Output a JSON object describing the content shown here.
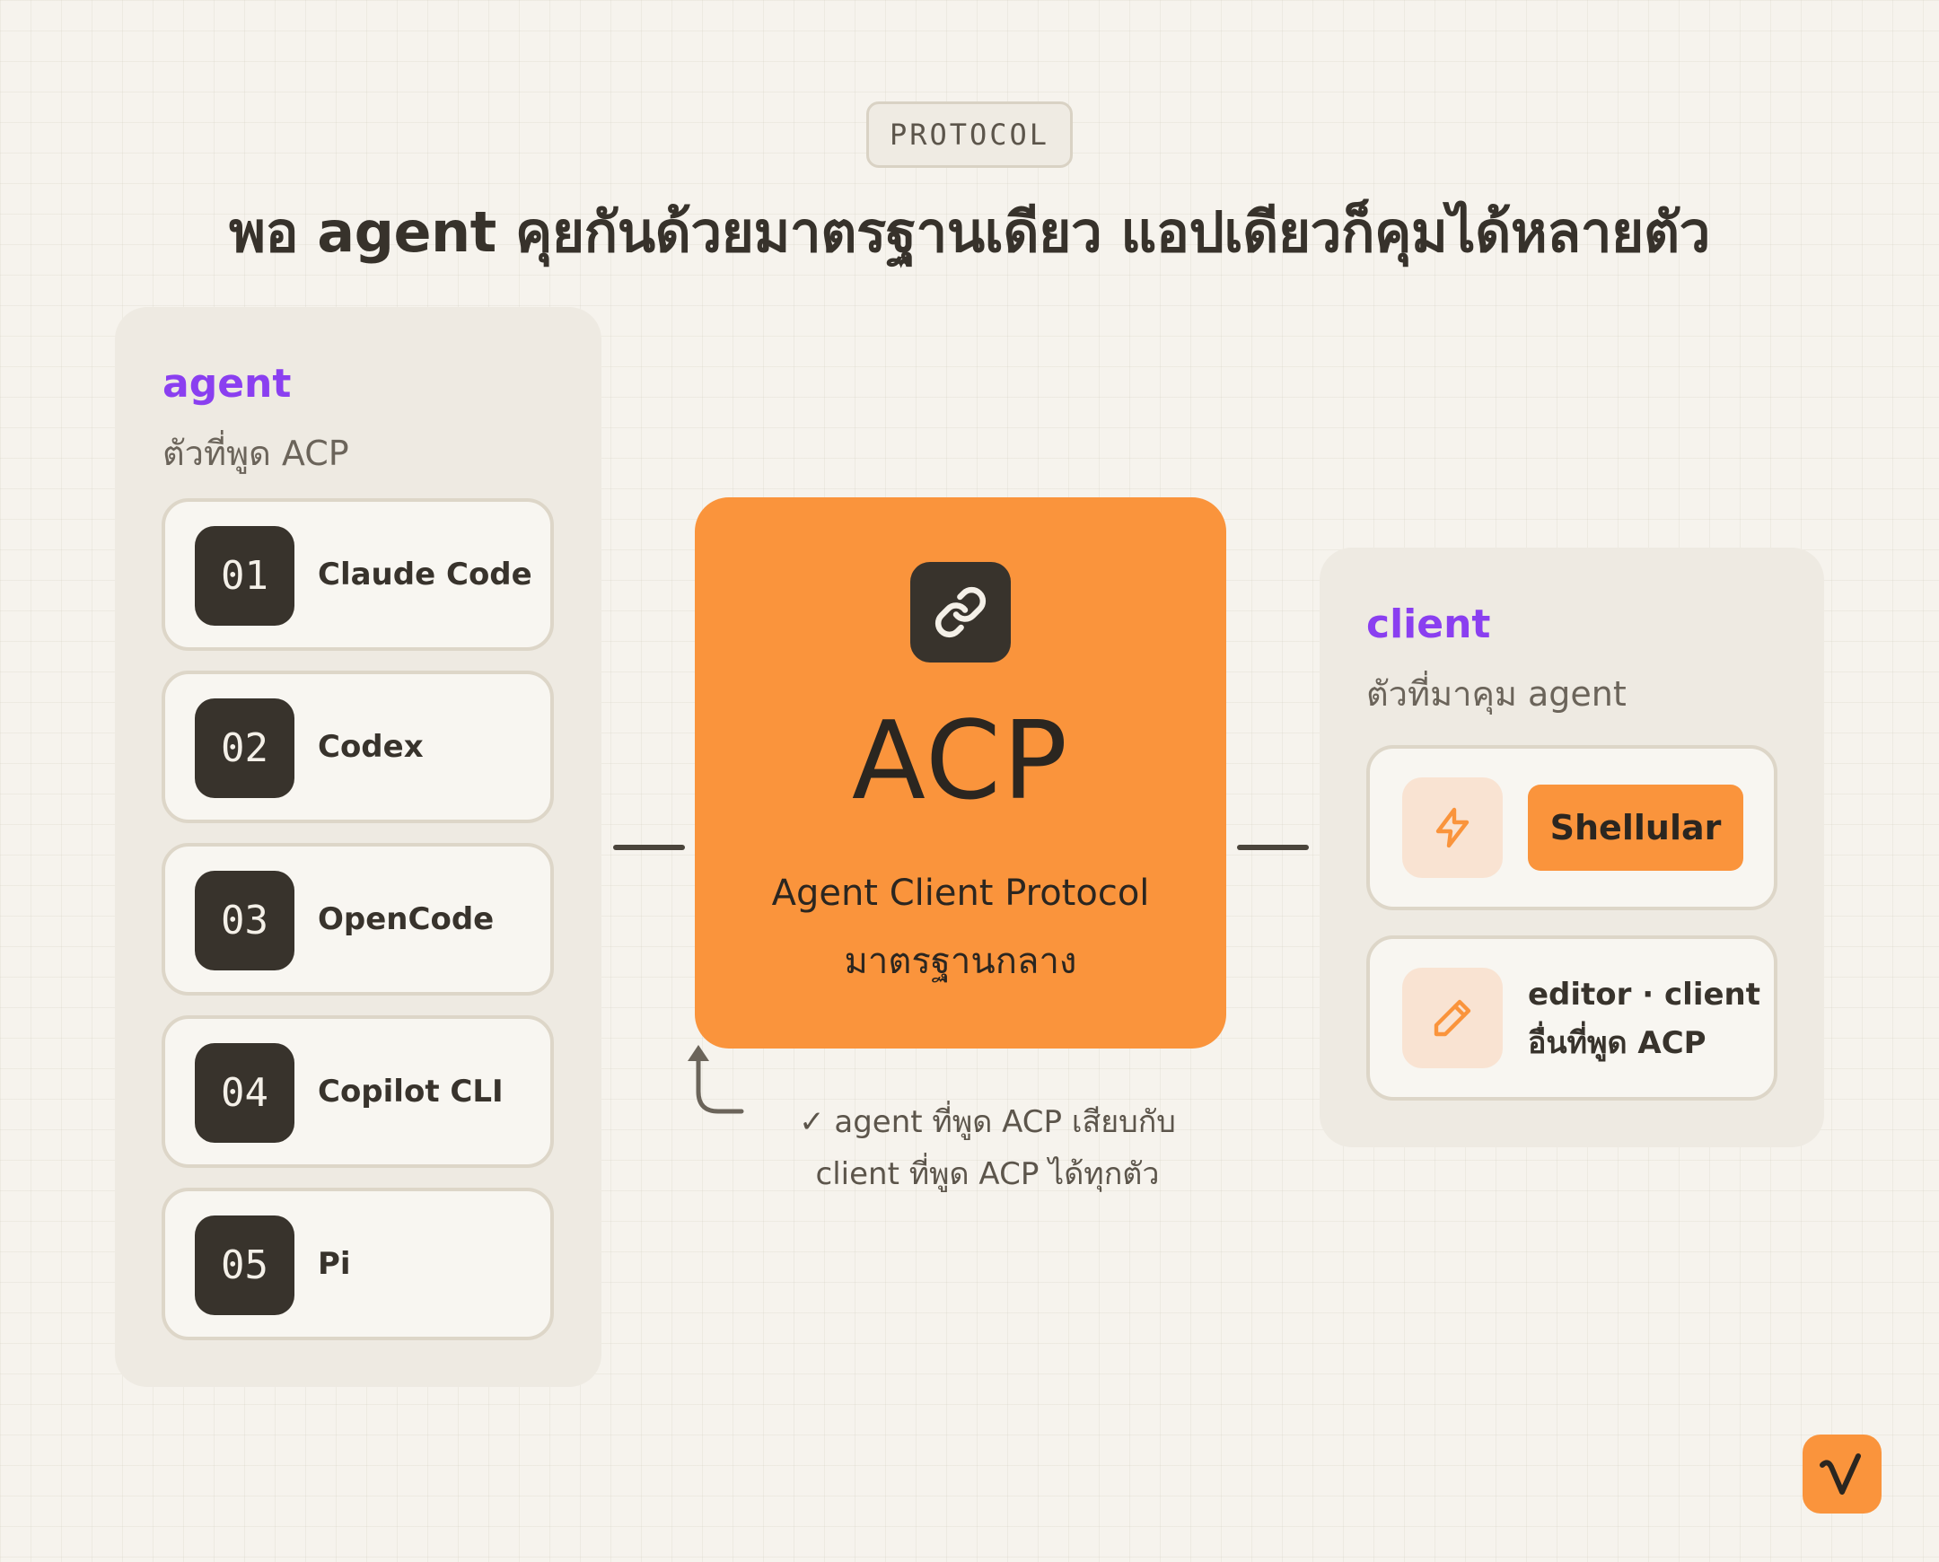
{
  "header": {
    "tag": "PROTOCOL",
    "headline": "พอ agent คุยกันด้วยมาตรฐานเดียว แอปเดียวก็คุมได้หลายตัว"
  },
  "agents_panel": {
    "title": "agent",
    "subtitle": "ตัวที่พูด ACP",
    "items": [
      {
        "num": "01",
        "name": "Claude Code"
      },
      {
        "num": "02",
        "name": "Codex"
      },
      {
        "num": "03",
        "name": "OpenCode"
      },
      {
        "num": "04",
        "name": "Copilot CLI"
      },
      {
        "num": "05",
        "name": "Pi"
      }
    ]
  },
  "center": {
    "icon": "link-icon",
    "title": "ACP",
    "subtitle_line1": "Agent Client Protocol",
    "subtitle_line2": "มาตรฐานกลาง",
    "note_line1": "✓ agent ที่พูด ACP เสียบกับ",
    "note_line2": "client ที่พูด ACP ได้ทุกตัว"
  },
  "client_panel": {
    "title": "client",
    "subtitle": "ตัวที่มาคุม agent",
    "shellular": {
      "icon": "lightning-icon",
      "label": "Shellular"
    },
    "other": {
      "icon": "pencil-icon",
      "line1": "editor · client",
      "line2": "อื่นที่พูด ACP"
    }
  },
  "colors": {
    "accent_orange": "#fa943c",
    "accent_purple": "#8a3ff0",
    "dark": "#38332c",
    "background": "#f6f3ed"
  }
}
